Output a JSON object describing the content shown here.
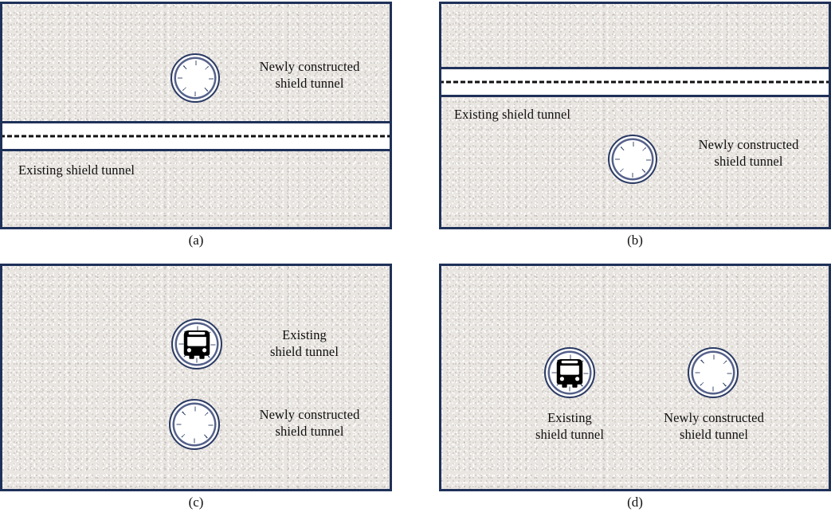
{
  "figure": {
    "colors": {
      "panel_border": "#1f3159",
      "soil_fill": "#e9e5e1",
      "lining_ring": "#2a3a63",
      "lining_inner": "#55618a",
      "interface_band": "#ffffff",
      "dashed_line": "#111111",
      "text": "#101010"
    }
  },
  "panels": {
    "a": {
      "caption": "(a)",
      "new_tunnel_label": "Newly constructed\nshield tunnel",
      "existing_tunnel_label": "Existing shield tunnel",
      "arrangement": "new tunnel above the existing tunnel, separated by a horizontal dashed interface"
    },
    "b": {
      "caption": "(b)",
      "existing_tunnel_label": "Existing shield tunnel",
      "new_tunnel_label": "Newly constructed\nshield tunnel",
      "arrangement": "new tunnel below the dashed interface inside the existing tunnel stratum"
    },
    "c": {
      "caption": "(c)",
      "existing_tunnel_label": "Existing\nshield tunnel",
      "new_tunnel_label": "Newly constructed\nshield tunnel",
      "arrangement": "existing tunnel with train stacked vertically above new tunnel"
    },
    "d": {
      "caption": "(d)",
      "existing_tunnel_label": "Existing\nshield tunnel",
      "new_tunnel_label": "Newly constructed\nshield tunnel",
      "arrangement": "existing tunnel with train side by side with new tunnel"
    }
  },
  "icons": {
    "train": "train-front-icon",
    "tunnel_ring": "tunnel-lining-ring-icon"
  }
}
